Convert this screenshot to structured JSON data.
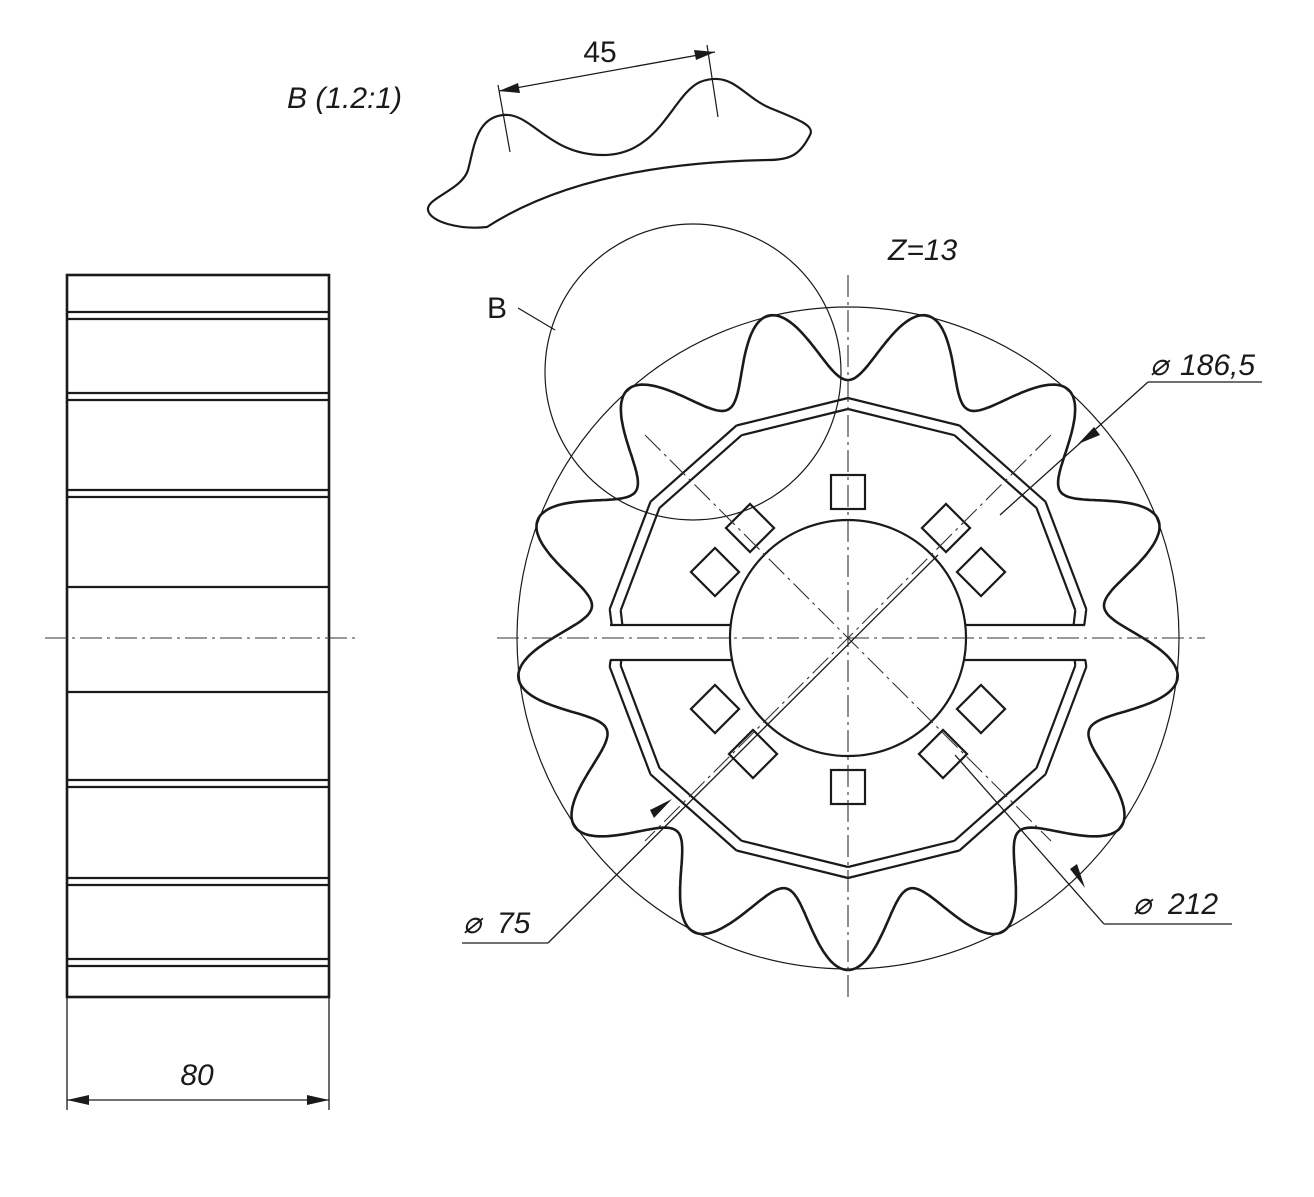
{
  "detail_view": {
    "label": "B (1.2:1)",
    "pitch_dimension": "45"
  },
  "main_view": {
    "tooth_count": "Z=13",
    "detail_callout": "B",
    "dim_pitch_diameter": "186,5",
    "dim_bore_diameter": "75",
    "dim_outer_diameter": "212",
    "diameter_symbol": "⌀"
  },
  "side_view": {
    "width_dimension": "80"
  }
}
